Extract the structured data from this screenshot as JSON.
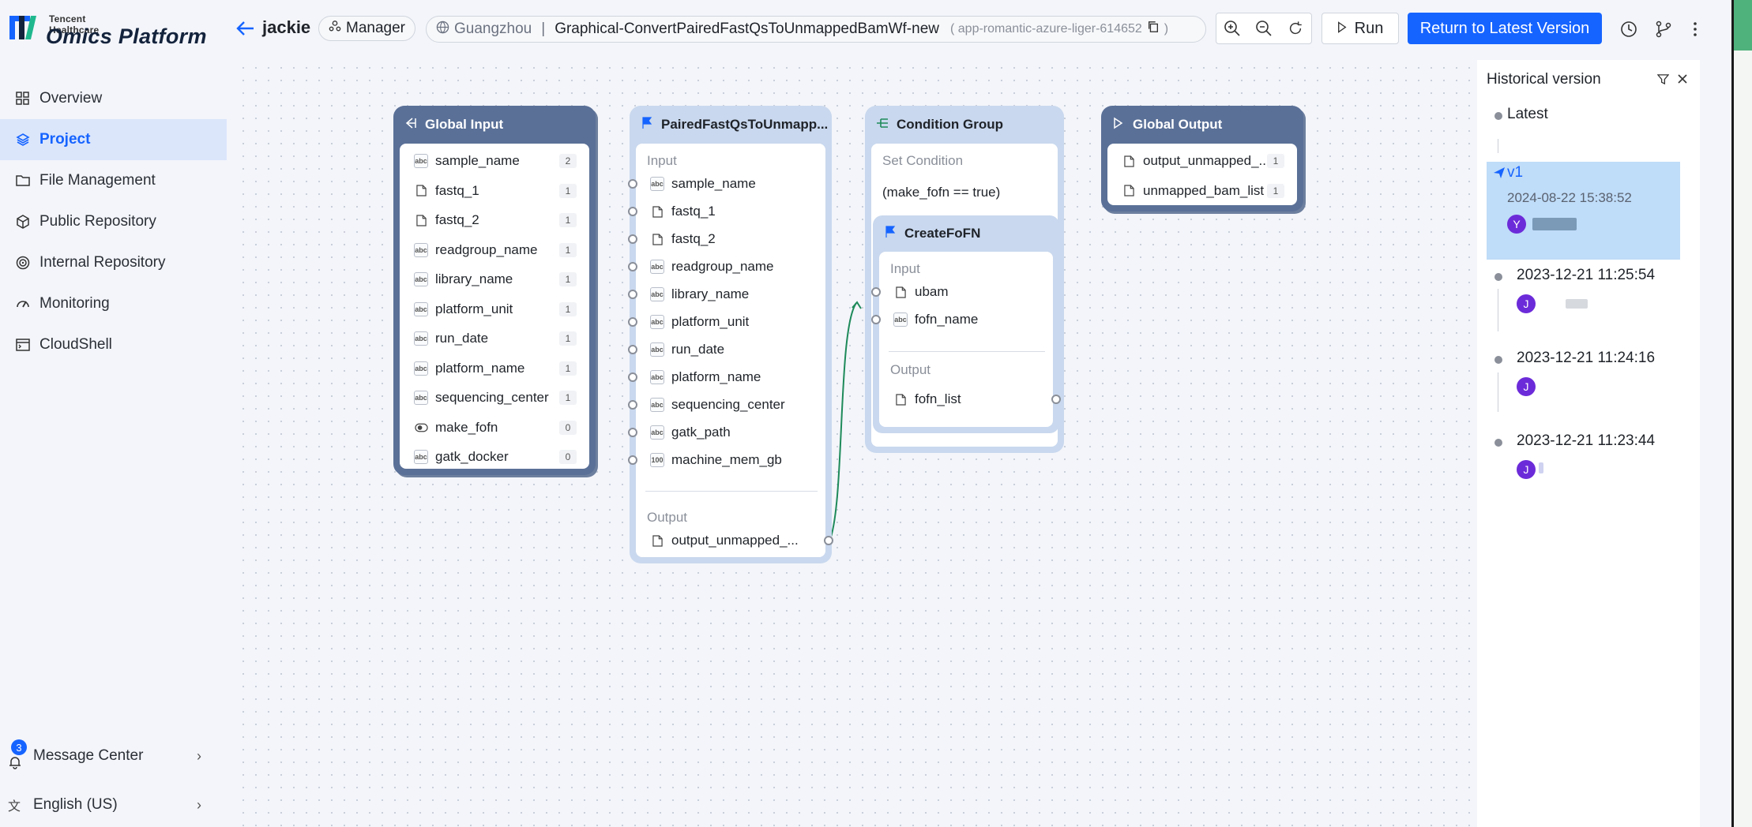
{
  "brand": {
    "sub": "Tencent Healthcare",
    "name": "Omics Platform"
  },
  "sidebar": {
    "items": [
      {
        "label": "Overview",
        "icon": "grid-icon"
      },
      {
        "label": "Project",
        "icon": "layers-icon"
      },
      {
        "label": "File Management",
        "icon": "folder-icon"
      },
      {
        "label": "Public Repository",
        "icon": "cube-icon"
      },
      {
        "label": "Internal Repository",
        "icon": "target-icon"
      },
      {
        "label": "Monitoring",
        "icon": "gauge-icon"
      },
      {
        "label": "CloudShell",
        "icon": "terminal-icon"
      }
    ],
    "active": "Project",
    "message_center": {
      "label": "Message Center",
      "count": "3"
    },
    "language": {
      "label": "English (US)"
    }
  },
  "header": {
    "project": "jackie",
    "role": "Manager",
    "region": "Guangzhou",
    "separator": "|",
    "workflow": "Graphical-ConvertPairedFastQsToUnmappedBamWf-new",
    "app_id": "( app-romantic-azure-liger-614652",
    "app_id_close": ")",
    "run_label": "Run",
    "latest_label": "Return to Latest Version"
  },
  "nodes": {
    "global_input": {
      "title": "Global Input",
      "rows": [
        {
          "type": "abc",
          "name": "sample_name",
          "count": "2"
        },
        {
          "type": "file",
          "name": "fastq_1",
          "count": "1"
        },
        {
          "type": "file",
          "name": "fastq_2",
          "count": "1"
        },
        {
          "type": "abc",
          "name": "readgroup_name",
          "count": "1"
        },
        {
          "type": "abc",
          "name": "library_name",
          "count": "1"
        },
        {
          "type": "abc",
          "name": "platform_unit",
          "count": "1"
        },
        {
          "type": "abc",
          "name": "run_date",
          "count": "1"
        },
        {
          "type": "abc",
          "name": "platform_name",
          "count": "1"
        },
        {
          "type": "abc",
          "name": "sequencing_center",
          "count": "1"
        },
        {
          "type": "bool",
          "name": "make_fofn",
          "count": "0"
        },
        {
          "type": "abc",
          "name": "gatk_docker",
          "count": "0"
        }
      ]
    },
    "task": {
      "title": "PairedFastQsToUnmapp...",
      "input_label": "Input",
      "output_label": "Output",
      "inputs": [
        {
          "type": "abc",
          "name": "sample_name"
        },
        {
          "type": "file",
          "name": "fastq_1"
        },
        {
          "type": "file",
          "name": "fastq_2"
        },
        {
          "type": "abc",
          "name": "readgroup_name"
        },
        {
          "type": "abc",
          "name": "library_name"
        },
        {
          "type": "abc",
          "name": "platform_unit"
        },
        {
          "type": "abc",
          "name": "run_date"
        },
        {
          "type": "abc",
          "name": "platform_name"
        },
        {
          "type": "abc",
          "name": "sequencing_center"
        },
        {
          "type": "abc",
          "name": "gatk_path"
        },
        {
          "type": "num",
          "name": "machine_mem_gb"
        }
      ],
      "outputs": [
        {
          "type": "file",
          "name": "output_unmapped_..."
        }
      ]
    },
    "condition": {
      "title": "Condition Group",
      "set_label": "Set Condition",
      "expression": "(make_fofn == true)",
      "inner": {
        "title": "CreateFoFN",
        "input_label": "Input",
        "output_label": "Output",
        "inputs": [
          {
            "type": "file",
            "name": "ubam"
          },
          {
            "type": "abc",
            "name": "fofn_name"
          }
        ],
        "outputs": [
          {
            "type": "file",
            "name": "fofn_list"
          }
        ]
      }
    },
    "global_output": {
      "title": "Global Output",
      "rows": [
        {
          "type": "file",
          "name": "output_unmapped_...",
          "count": "1"
        },
        {
          "type": "file",
          "name": "unmapped_bam_list",
          "count": "1"
        }
      ]
    }
  },
  "history": {
    "title": "Historical version",
    "entries": [
      {
        "label": "Latest"
      },
      {
        "label": "v1",
        "date": "2024-08-22 15:38:52",
        "avatar": "Y",
        "selected": true
      },
      {
        "label": "2023-12-21 11:25:54",
        "avatar": "J"
      },
      {
        "label": "2023-12-21 11:24:16",
        "avatar": "J"
      },
      {
        "label": "2023-12-21 11:23:44",
        "avatar": "J"
      }
    ]
  },
  "colors": {
    "accent": "#1664ff",
    "global_input_head": "#4e6691",
    "task_head": "#c9d8ee",
    "condition_head": "#c9d8ee",
    "history_selected": "#bfdcf8",
    "edge": "#1e8a5a",
    "avatar": "#6c2bd9"
  }
}
